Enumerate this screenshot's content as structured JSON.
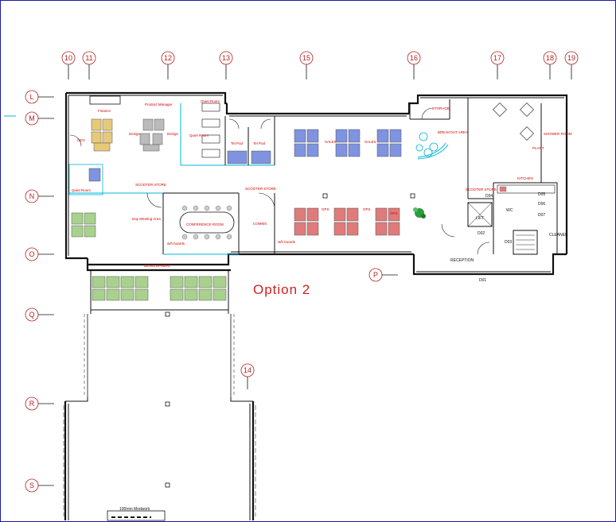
{
  "option_title": "Option 2",
  "column_grid": [
    "10",
    "11",
    "12",
    "13",
    "15",
    "16",
    "17",
    "18",
    "19"
  ],
  "row_grid": [
    "L",
    "M",
    "N",
    "O",
    "P",
    "Q",
    "R",
    "S"
  ],
  "extra_grid": [
    "14"
  ],
  "rooms": {
    "finance": "Finance",
    "product_manager": "Product Manager",
    "quiet_room_top": "Quiet Room",
    "quiet_room_mid": "Quiet Room",
    "design_left": "Design",
    "design_right": "Design",
    "ceo": "CEO",
    "quiet_room_left": "Quiet Room",
    "tel_pod_1": "Tel Pod",
    "tel_pod_2": "Tel Pod",
    "storage": "STORAGE",
    "breakout_area": "BREAKOUT AREA",
    "shower_room": "SHOWER ROOM",
    "plant": "PLANT",
    "kitchen": "KITCHEN",
    "scooter_store_1": "SCOOTER STORE",
    "scooter_store_2": "SCOOTER STORE",
    "scooter_store_3": "SCOOTER STORE",
    "day_meeting": "Day Meeting Area",
    "conference_room": "CONFERENCE ROOM",
    "comms": "COMMS",
    "sales_1": "SALES",
    "sales_2": "SALES",
    "ops_1": "OPS",
    "ops_2": "OPS",
    "ops_3": "OPS",
    "lift": "LIFT",
    "wc": "WC",
    "cleaner": "CLEANER",
    "reception": "RECEPTION",
    "development": "DEVELOPMENT",
    "wh_boards": "w/h boards",
    "wh_boards_2": "w/h boards",
    "scale_note": "100mm Modwork"
  },
  "door_codes": [
    "D04",
    "D05",
    "D06",
    "D07",
    "D01",
    "D02",
    "D03"
  ],
  "colors": {
    "border": "#1a1aa6",
    "grid_circle": "#b22222",
    "finance": "#e8c97a",
    "blue_team": "#7f93e0",
    "red_team": "#e07b7b",
    "green_team": "#a9d18e",
    "cyan": "#00b4d8",
    "option_text": "#d42020"
  }
}
